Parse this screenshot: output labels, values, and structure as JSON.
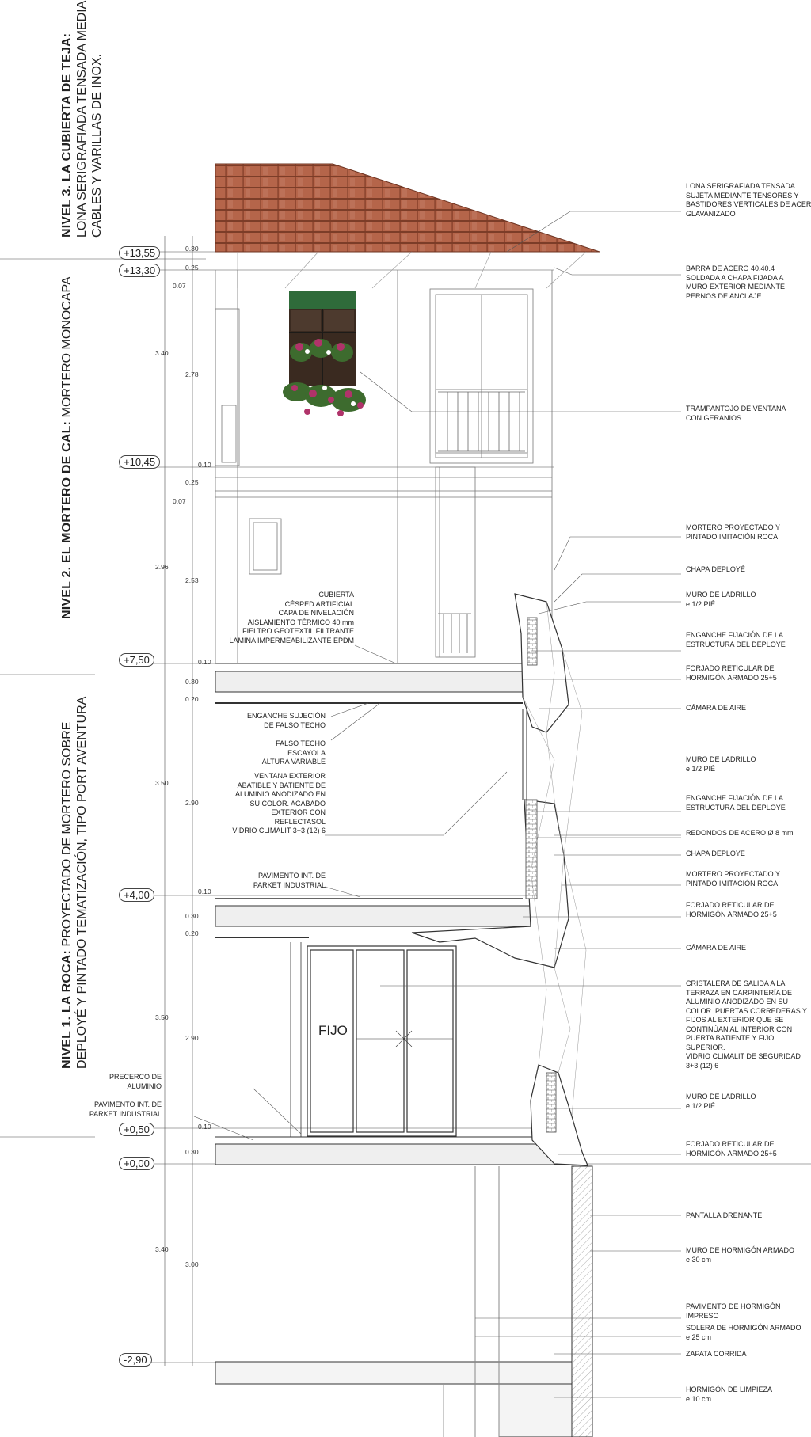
{
  "levels": [
    {
      "id": "level-3",
      "title": "NIVEL 3. LA CUBIERTA DE TEJA:",
      "lines": [
        "LONA SERIGRAFIADA TENSADA MEDIANTE",
        "CABLES Y VARILLAS DE INOX."
      ]
    },
    {
      "id": "level-2",
      "title": "NIVEL 2. EL MORTERO DE CAL:",
      "lines": [
        "MORTERO MONOCAPA"
      ]
    },
    {
      "id": "level-1",
      "title": "NIVEL 1. LA ROCA:",
      "lines": [
        "PROYECTADO DE MORTERO SOBRE",
        "DEPLOYÉ Y PINTADO TEMATIZACIÓN, TIPO PORT AVENTURA"
      ]
    }
  ],
  "elevations": [
    "+13,55",
    "+13,30",
    "+10,45",
    "+7,50",
    "+4,00",
    "+0,50",
    "+0,00",
    "-2,90"
  ],
  "dims_outer": [
    "3.40",
    "2.96",
    "3.50",
    "3.50",
    "3.40"
  ],
  "dims_inner": [
    "0.30",
    "0.25",
    "0.07",
    "2.78",
    "0.10",
    "0.25",
    "0.07",
    "2.53",
    "0.10",
    "0.30",
    "0.20",
    "2.90",
    "0.10",
    "0.30",
    "0.20",
    "2.90",
    "0.10",
    "0.30",
    "3.00"
  ],
  "fijo_label": "FIJO",
  "annotations_right": [
    "LONA SERIGRAFIADA TENSADA\nSUJETA MEDIANTE TENSORES Y\nBASTIDORES VERTICALES DE ACERO\nGLAVANIZADO",
    "BARRA DE ACERO 40.40.4\nSOLDADA A CHAPA FIJADA A\nMURO EXTERIOR MEDIANTE\nPERNOS DE ANCLAJE",
    "TRAMPANTOJO DE VENTANA\nCON GERANIOS",
    "MORTERO PROYECTADO Y\nPINTADO IMITACIÓN ROCA",
    "CHAPA DEPLOYÉ",
    "MURO DE LADRILLO\ne 1/2 PIÉ",
    "ENGANCHE FIJACIÓN DE LA\nESTRUCTURA DEL DEPLOYÉ",
    "FORJADO RETICULAR DE\nHORMIGÓN ARMADO 25+5",
    "CÁMARA DE AIRE",
    "MURO DE LADRILLO\ne 1/2 PIÉ",
    "ENGANCHE FIJACIÓN DE LA\nESTRUCTURA DEL DEPLOYÉ",
    "REDONDOS DE ACERO Ø 8 mm",
    "CHAPA DEPLOYÉ",
    "MORTERO PROYECTADO Y\nPINTADO IMITACIÓN ROCA",
    "FORJADO RETICULAR DE\nHORMIGÓN ARMADO 25+5",
    "CÁMARA DE AIRE",
    "CRISTALERA DE SALIDA A LA\nTERRAZA EN CARPINTERÍA DE\nALUMINIO ANODIZADO EN SU\nCOLOR. PUERTAS CORREDERAS Y\nFIJOS AL EXTERIOR QUE SE\nCONTINÚAN AL INTERIOR CON\nPUERTA BATIENTE Y FIJO\nSUPERIOR.\nVIDRIO CLIMALIT DE SEGURIDAD\n3+3 (12) 6",
    "MURO DE LADRILLO\ne 1/2 PIÉ",
    "FORJADO RETICULAR DE\nHORMIGÓN ARMADO 25+5",
    "PANTALLA DRENANTE",
    "MURO DE HORMIGÓN ARMADO\ne 30 cm",
    "PAVIMENTO DE HORMIGÓN\nIMPRESO",
    "SOLERA DE HORMIGÓN ARMADO\ne 25 cm",
    "ZAPATA CORRIDA",
    "HORMIGÓN DE LIMPIEZA\ne 10 cm"
  ],
  "annotations_left": [
    "CUBIERTA\nCÉSPED ARTIFICIAL\nCAPA DE NIVELACIÓN\nAISLAMIENTO TÉRMICO 40 mm\nFIELTRO GEOTEXTIL FILTRANTE\nLÁMINA IMPERMEABILIZANTE EPDM",
    "ENGANCHE SUJECIÓN\nDE FALSO TECHO",
    "FALSO TECHO\nESCAYOLA\nALTURA VARIABLE",
    "VENTANA EXTERIOR\nABATIBLE Y BATIENTE DE\nALUMINIO ANODIZADO EN\nSU COLOR. ACABADO\nEXTERIOR CON\nREFLECTASOL\nVIDRIO CLIMALIT 3+3 (12) 6",
    "PAVIMENTO INT. DE\nPARKET INDUSTRIAL",
    "PRECERCO DE\nALUMINIO",
    "PAVIMENTO INT. DE\nPARKET INDUSTRIAL"
  ],
  "colors": {
    "roof_tile": "#a9573c",
    "roof_dark": "#7a3a26",
    "slab_fill": "#e9e9e9",
    "rock_line": "#333333",
    "foliage": "#3d6b2e",
    "flowers": "#b0336a"
  }
}
